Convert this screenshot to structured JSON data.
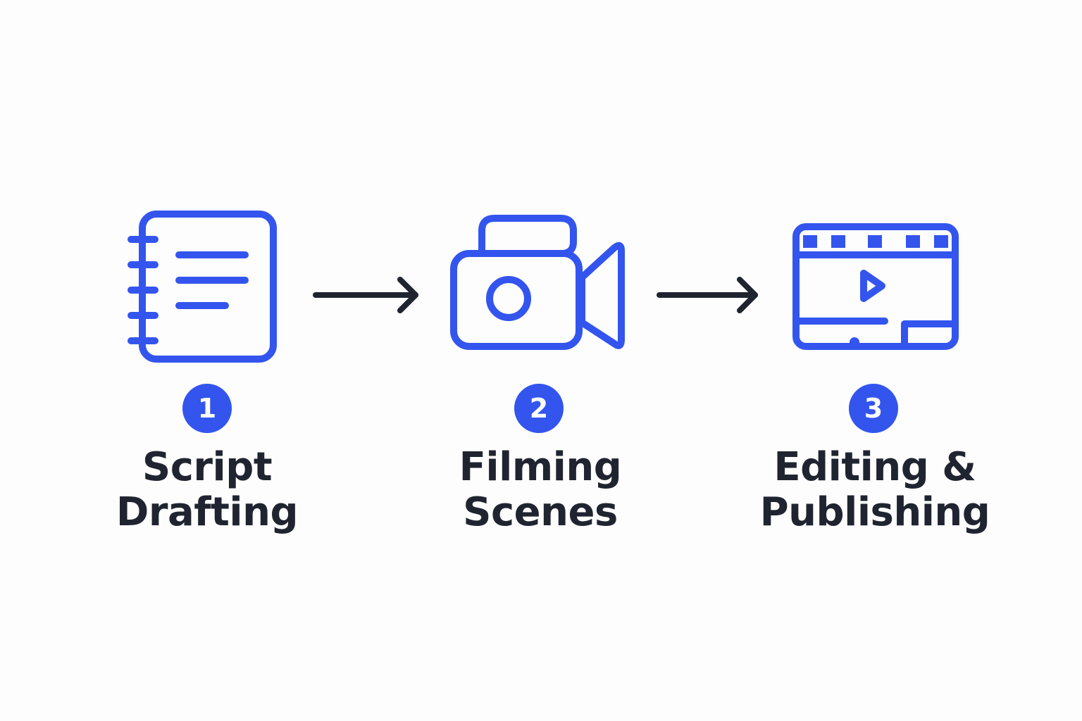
{
  "colors": {
    "accent": "#3355ee",
    "text": "#1f2430",
    "arrow": "#1f2430",
    "background": "#fdfdfd"
  },
  "steps": [
    {
      "number": "1",
      "label_line1": "Script",
      "label_line2": "Drafting",
      "icon": "notebook-icon"
    },
    {
      "number": "2",
      "label_line1": "Filming",
      "label_line2": "Scenes",
      "icon": "video-camera-icon"
    },
    {
      "number": "3",
      "label_line1": "Editing &",
      "label_line2": "Publishing",
      "icon": "video-player-icon"
    }
  ],
  "connectors": [
    "arrow-right-icon",
    "arrow-right-icon"
  ]
}
